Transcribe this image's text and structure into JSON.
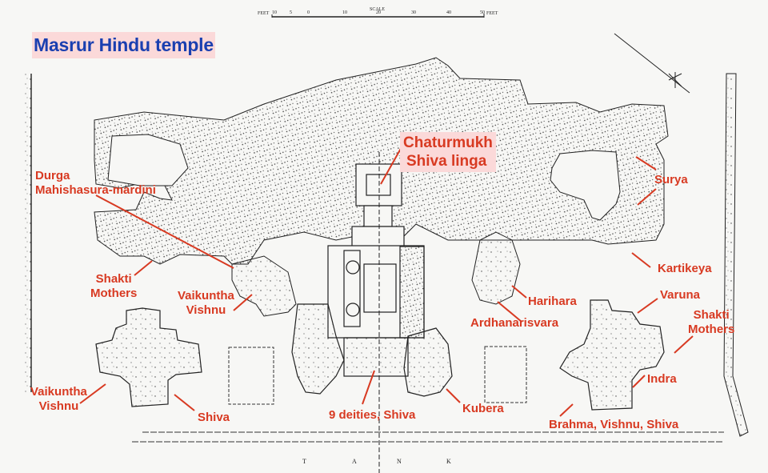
{
  "title": "Masrur Hindu temple",
  "scale": {
    "left_unit": "FEET",
    "caption": "SCALE",
    "ticks": [
      "10",
      "5",
      "0",
      "10",
      "20",
      "30",
      "40",
      "50"
    ],
    "right_unit": "FEET"
  },
  "tank_letters": [
    "T",
    "A",
    "N",
    "K"
  ],
  "labels": {
    "main_shrine": "Chaturmukh Shiva linga",
    "main_shrine_l1": "Chaturmukh",
    "main_shrine_l2": "Shiva linga",
    "durga_l1": "Durga",
    "durga_l2": "Mahishasura-mardini",
    "shakti_left_l1": "Shakti",
    "shakti_left_l2": "Mothers",
    "vaikuntha_mid_l1": "Vaikuntha",
    "vaikuntha_mid_l2": "Vishnu",
    "vaikuntha_left_l1": "Vaikuntha",
    "vaikuntha_left_l2": "Vishnu",
    "shiva_left": "Shiva",
    "nine_deities": "9 deities, Shiva",
    "kubera": "Kubera",
    "surya": "Surya",
    "kartikeya": "Kartikeya",
    "harihara": "Harihara",
    "ardhanarisvara": "Ardhanarisvara",
    "varuna": "Varuna",
    "shakti_right_l1": "Shakti",
    "shakti_right_l2": "Mothers",
    "indra": "Indra",
    "trinity": "Brahma, Vishnu, Shiva"
  },
  "colors": {
    "title_text": "#1a3fb0",
    "label_bg": "#fbd9d9",
    "label_text": "#d83a22",
    "leader_line": "#d83a22",
    "ink": "#222222"
  }
}
